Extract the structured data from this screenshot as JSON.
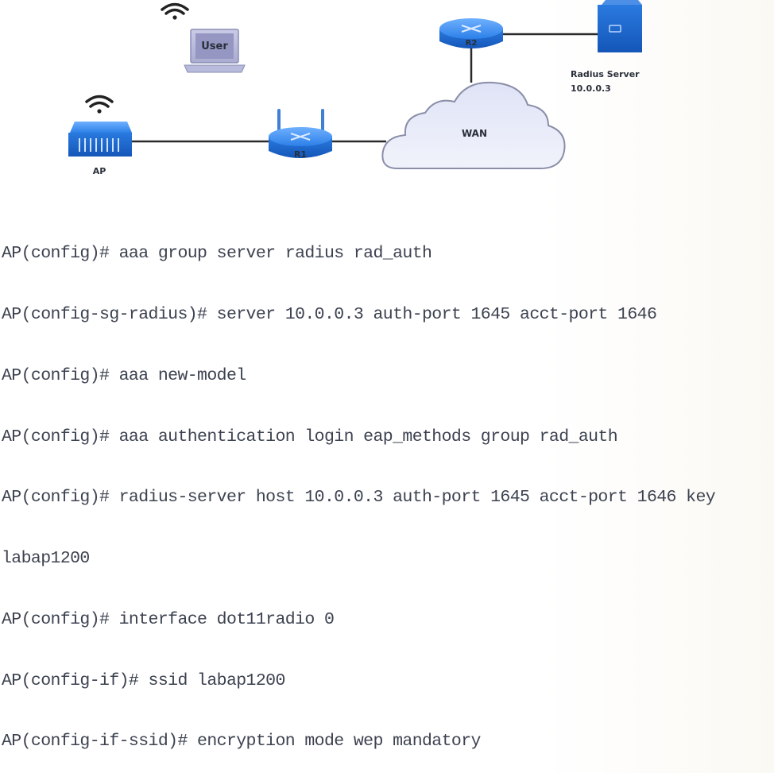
{
  "diagram": {
    "nodes": {
      "user": {
        "label": "User",
        "type": "laptop",
        "wireless": true
      },
      "ap": {
        "label": "AP",
        "type": "access-point",
        "wireless": true
      },
      "r1": {
        "label": "R1",
        "type": "wireless-router"
      },
      "wan": {
        "label": "WAN",
        "type": "cloud"
      },
      "r2": {
        "label": "R2",
        "type": "router"
      },
      "radius": {
        "label_line1": "Radius Server",
        "label_line2": "10.0.0.3",
        "type": "server"
      }
    },
    "links": [
      {
        "from": "AP",
        "to": "R1"
      },
      {
        "from": "R1",
        "to": "WAN"
      },
      {
        "from": "WAN",
        "to": "R2"
      },
      {
        "from": "R2",
        "to": "Radius Server"
      }
    ],
    "colors": {
      "device_blue": "#1f6fd6",
      "device_light": "#5aa0f0",
      "cloud_fill": "#e8ecf8",
      "link": "#2a2a2a"
    }
  },
  "cli": {
    "lines": [
      "AP(config)# aaa group server radius rad_auth",
      "AP(config-sg-radius)# server 10.0.0.3 auth-port 1645 acct-port 1646",
      "AP(config)# aaa new-model",
      "AP(config)# aaa authentication login eap_methods group rad_auth",
      "AP(config)# radius-server host 10.0.0.3 auth-port 1645 acct-port 1646 key",
      "labap1200",
      "AP(config)# interface dot11radio 0",
      "AP(config-if)# ssid labap1200",
      "AP(config-if-ssid)# encryption mode wep mandatory"
    ]
  }
}
